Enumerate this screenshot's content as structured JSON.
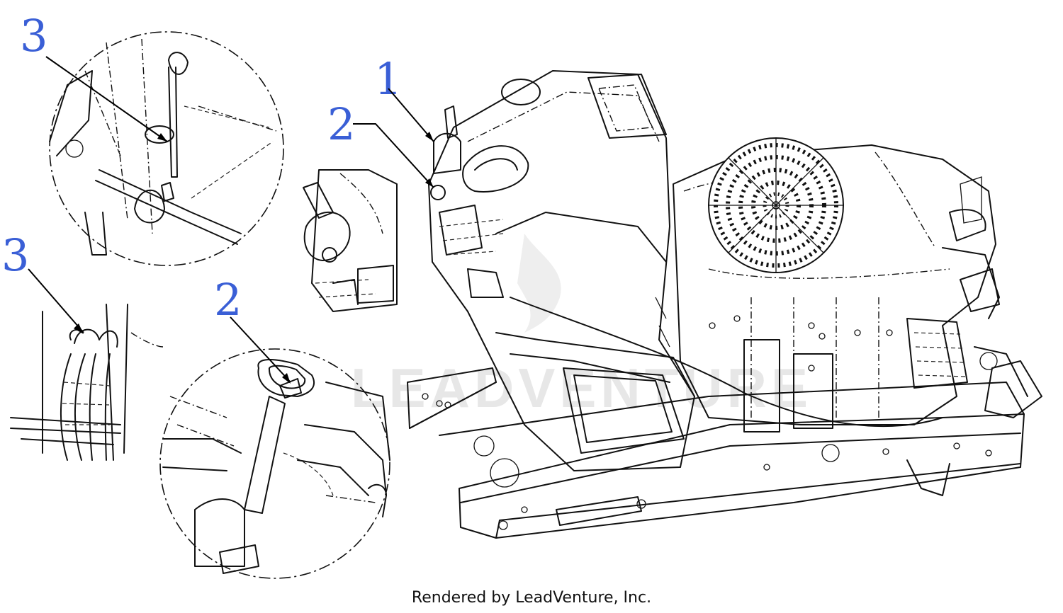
{
  "callouts": {
    "c1": "1",
    "c2_top": "2",
    "c2_detail": "2",
    "c3_circle": "3",
    "c3_hose": "3"
  },
  "watermark_text": "LEADVENTURE",
  "credit": "Rendered by LeadVenture, Inc.",
  "colors": {
    "callout": "#3a5fd6",
    "line": "#111111",
    "watermark": "#e7e7e7"
  }
}
